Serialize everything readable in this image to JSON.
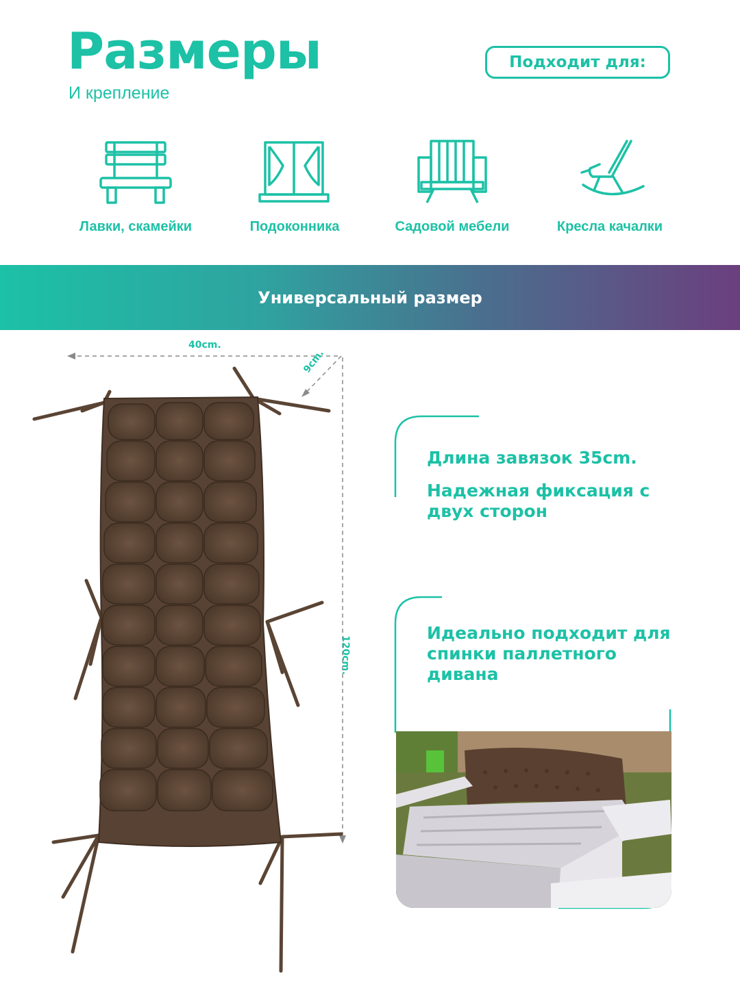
{
  "header": {
    "title": "Размеры",
    "subtitle": "И крепление",
    "suits_label": "Подходит для:"
  },
  "uses": [
    {
      "label": "Лавки, скамейки",
      "icon": "bench-icon"
    },
    {
      "label": "Подоконника",
      "icon": "window-icon"
    },
    {
      "label": "Садовой мебели",
      "icon": "garden-chair-icon"
    },
    {
      "label": "Кресла качалки",
      "icon": "rocking-chair-icon"
    }
  ],
  "banner": {
    "text": "Универсальный размер"
  },
  "dimensions": {
    "width": "40cm.",
    "depth": "9cm.",
    "length": "120cm."
  },
  "features": {
    "ties_length": "Длина завязок 35cm.",
    "fixation": "Надежная фиксация с двух сторон",
    "pallet": "Идеально подходит для спинки паллетного дивана"
  },
  "colors": {
    "accent": "#1cc1a6",
    "cushion": "#5a4434",
    "gradient_end": "#6b3f7e"
  }
}
